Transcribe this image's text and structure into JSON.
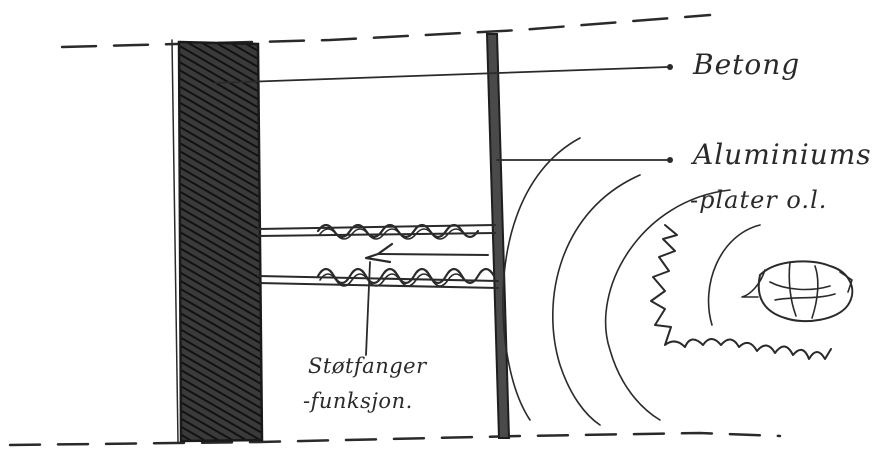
{
  "labels": {
    "betong": "Betong",
    "aluminium_line1": "Aluminiums",
    "aluminium_line2": "-plater o.l.",
    "stotfanger_line1": "Støtfanger",
    "stotfanger_line2": "-funksjon."
  },
  "colors": {
    "ink": "#2a2a2a",
    "paper": "#ffffff"
  }
}
